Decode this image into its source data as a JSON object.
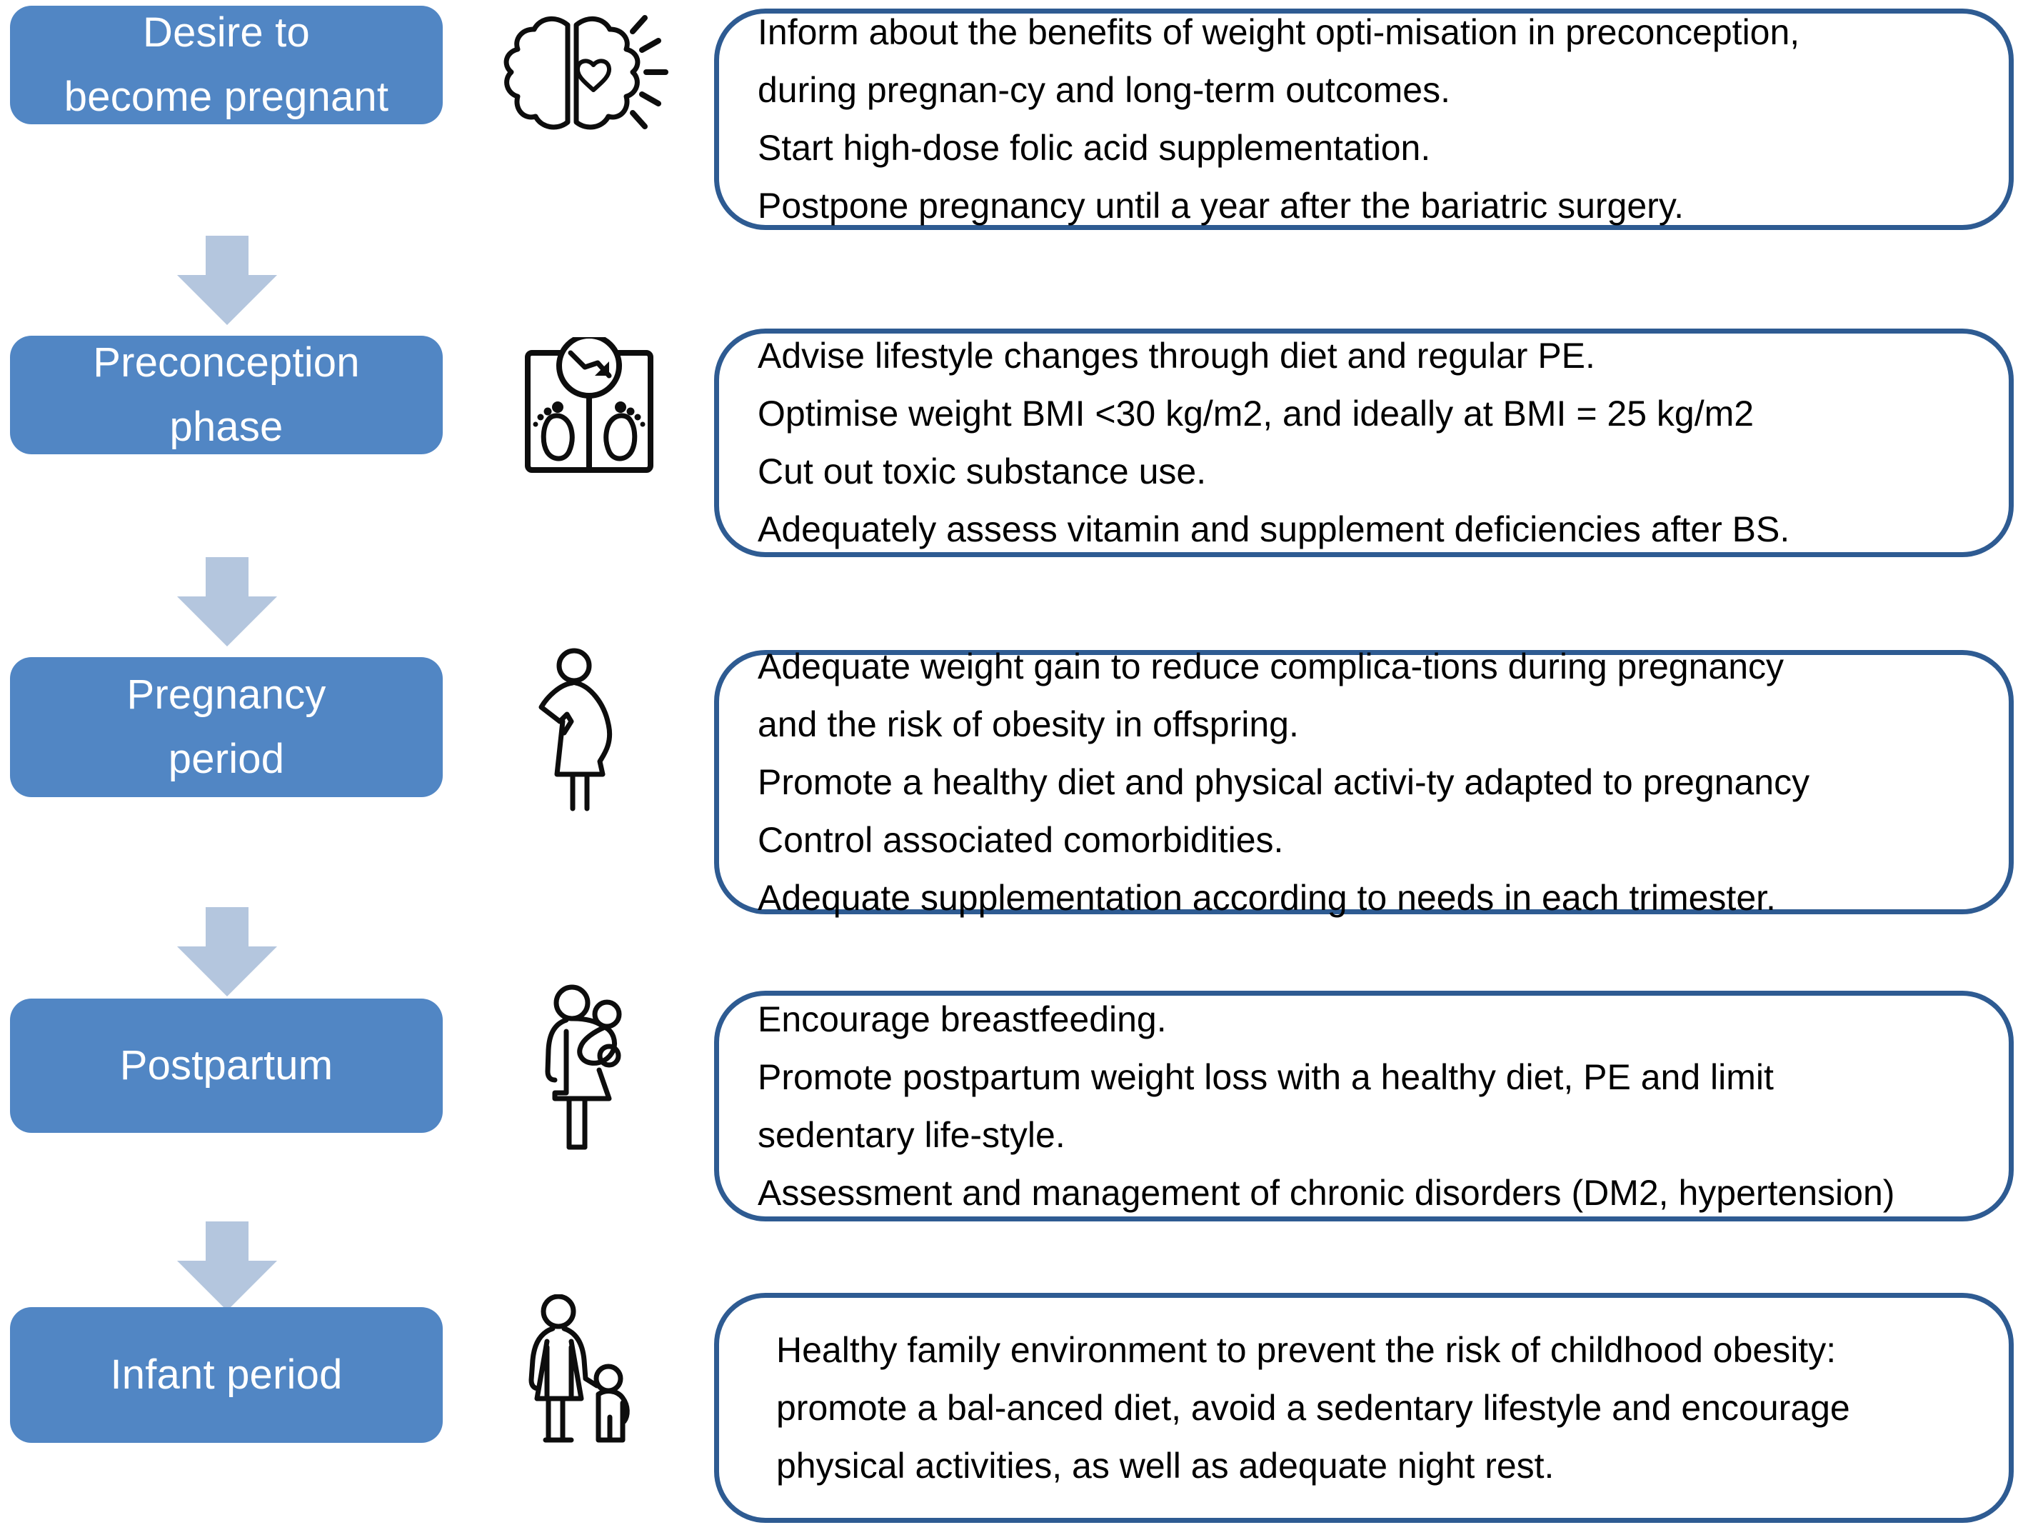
{
  "title": "Weight management pathway across the reproductive life course",
  "colors": {
    "stage_fill": "#5186C4",
    "stage_text": "#FFFFFF",
    "arrow_fill": "#B4C6DE",
    "note_border": "#2E5B92",
    "note_text": "#000000",
    "background": "#FFFFFF"
  },
  "rows": [
    {
      "stage_label": "Desire to\nbecome pregnant",
      "icon": "brain-heart-icon",
      "note_lines": [
        "Inform about the benefits of weight opti-misation in preconception,",
        "during pregnan-cy and long-term outcomes.",
        "Start high-dose folic acid supplementation.",
        "Postpone pregnancy until a year after the bariatric surgery."
      ]
    },
    {
      "stage_label": "Preconception\nphase",
      "icon": "weight-scale-icon",
      "note_lines": [
        "Advise lifestyle changes through diet and regular PE.",
        "Optimise weight BMI <30 kg/m2, and ideally at BMI = 25 kg/m2",
        "Cut out toxic substance use.",
        "Adequately assess vitamin and supplement deficiencies after BS."
      ]
    },
    {
      "stage_label": "Pregnancy\nperiod",
      "icon": "pregnant-woman-icon",
      "note_lines": [
        "Adequate weight gain to reduce complica-tions during pregnancy",
        "and the risk of obesity in offspring.",
        "Promote a healthy diet and physical activi-ty adapted to pregnancy",
        "Control associated comorbidities.",
        "Adequate supplementation according to needs in each trimester."
      ]
    },
    {
      "stage_label": "Postpartum",
      "icon": "mother-with-baby-icon",
      "note_lines": [
        "Encourage breastfeeding.",
        "Promote postpartum weight loss with a healthy diet, PE and limit",
        "sedentary life-style.",
        "Assessment and management of chronic disorders (DM2, hypertension)"
      ]
    },
    {
      "stage_label": "Infant period",
      "icon": "mother-with-child-icon",
      "note_lines": [
        "Healthy family environment to prevent the risk of childhood obesity:",
        "promote a bal-anced diet, avoid a sedentary lifestyle and encourage",
        "physical activities, as well as adequate night rest."
      ]
    }
  ],
  "arrows": [
    {
      "name": "arrow-desire-to-preconception"
    },
    {
      "name": "arrow-preconception-to-pregnancy"
    },
    {
      "name": "arrow-pregnancy-to-postpartum"
    },
    {
      "name": "arrow-postpartum-to-infant"
    }
  ]
}
